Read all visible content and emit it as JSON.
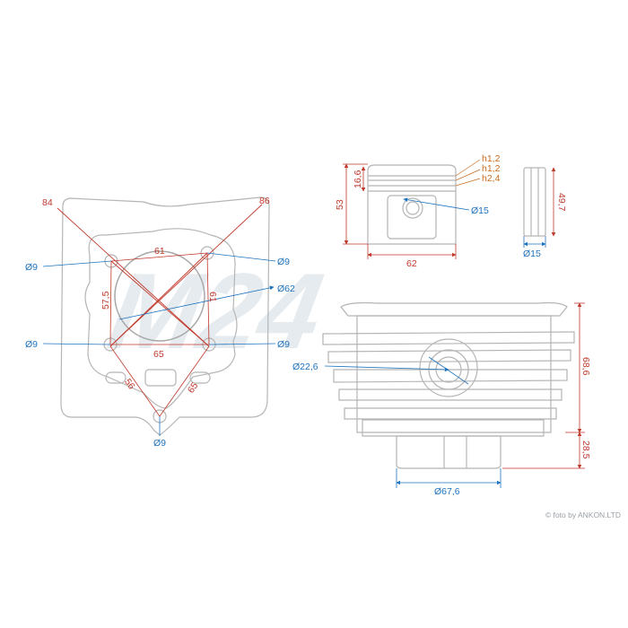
{
  "watermark": "M24",
  "credit": "© foto by ANKON.LTD",
  "base_view": {
    "diag_left": "84",
    "diag_right": "86",
    "bolt_hole_tl": "Ø9",
    "bolt_hole_tr": "Ø9",
    "bolt_hole_bl": "Ø9",
    "bolt_hole_br": "Ø9",
    "bolt_hole_bottom": "Ø9",
    "bore": "Ø62",
    "top_spacing": "61",
    "side_spacing_left": "57,5",
    "side_spacing_right": "61",
    "bottom_spacing": "65",
    "port_left": "56",
    "port_right": "65"
  },
  "piston_view": {
    "height": "53",
    "ring_zone": "16,6",
    "ring1": "h1,2",
    "ring2": "h1,2",
    "ring3": "h2,4",
    "pin_bore": "Ø15",
    "diameter": "62"
  },
  "pin_view": {
    "length": "49,7",
    "diameter": "Ø15"
  },
  "cylinder_view": {
    "height": "68,6",
    "skirt": "28,5",
    "port": "Ø22,6",
    "skirt_diameter": "Ø67,6"
  }
}
